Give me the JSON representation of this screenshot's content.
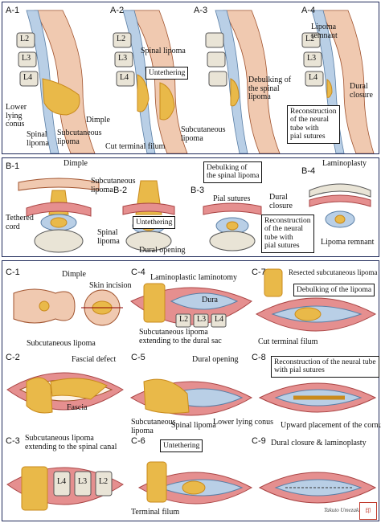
{
  "panelA": {
    "labels": [
      "A-1",
      "A-2",
      "A-3",
      "A-4"
    ],
    "vertebrae": [
      "L2",
      "L3",
      "L4"
    ],
    "a1": {
      "conus": "Lower\nlying\nconus",
      "spinal_lipoma": "Spinal\nlipoma",
      "dimple": "Dimple",
      "subcutaneous": "Subcutaneous\nlipoma"
    },
    "a2": {
      "spinal_lipoma": "Spinal lipoma",
      "untethering": "Untethering",
      "cut_filum": "Cut terminal filum",
      "subcutaneous": "Subcutaneous\nlipoma"
    },
    "a3": {
      "debulking": "Debulking of\nthe spinal\nlipoma"
    },
    "a4": {
      "remnant": "Lipoma\nremnant",
      "dural_closure": "Dural\nclosure",
      "reconstruction": "Reconstruction\nof the neural\ntube with\npial sutures"
    }
  },
  "panelB": {
    "labels": [
      "B-1",
      "B-2",
      "B-3",
      "B-4"
    ],
    "b1": {
      "dimple": "Dimple",
      "tethered": "Tethered\ncord",
      "spinal_lipoma": "Spinal\nlipoma"
    },
    "b2": {
      "subcutaneous": "Subcutaneous\nlipoma",
      "untethering": "Untethering",
      "dural_opening": "Dural opening"
    },
    "b3": {
      "debulking": "Debulking of\nthe spinal lipoma",
      "pial": "Pial sutures"
    },
    "b4": {
      "laminoplasty": "Laminoplasty",
      "dural_closure": "Dural\nclosure",
      "reconstruction": "Reconstruction\nof the neural\ntube with\npial sutures",
      "remnant": "Lipoma remnant"
    }
  },
  "panelC": {
    "labels": [
      "C-1",
      "C-2",
      "C-3",
      "C-4",
      "C-5",
      "C-6",
      "C-7",
      "C-8",
      "C-9"
    ],
    "c1": {
      "dimple": "Dimple",
      "incision": "Skin incision",
      "subcutaneous": "Subcutaneous lipoma"
    },
    "c2": {
      "fascial_defect": "Fascial defect",
      "fascia": "Fascia"
    },
    "c3": {
      "extending": "Subcutaneous lipoma\nextending to the spinal canal",
      "vertebrae": [
        "L4",
        "L3",
        "L2"
      ]
    },
    "c4": {
      "laminotomy": "Laminoplastic laminotomy",
      "dura": "Dura",
      "extending": "Subcutaneous lipoma\nextending to the dural sac",
      "vertebrae": [
        "L2",
        "L3",
        "L4"
      ]
    },
    "c5": {
      "dural_opening": "Dural opening",
      "subcutaneous": "Subcutaneous\nlipoma",
      "spinal_lipoma": "Spinal lipoma",
      "conus": "Lower lying conus"
    },
    "c6": {
      "untethering": "Untethering",
      "terminal_filum": "Terminal filum"
    },
    "c7": {
      "resected": "Resected subcutaneous lipoma",
      "debulking": "Debulking of the lipoma",
      "cut_filum": "Cut terminal filum"
    },
    "c8": {
      "reconstruction": "Reconstruction of the neural tube\nwith pial sutures",
      "upward": "Upward placement of the cornus"
    },
    "c9": {
      "closure": "Dural closure & laminoplasty"
    }
  },
  "signature": "Takuto Umezaki",
  "colors": {
    "border": "#1f2a5a",
    "fat": "#e9b949",
    "fat_dark": "#c98a1c",
    "skin": "#f0c9b0",
    "dura": "#b9cfe6",
    "muscle": "#e58f8f",
    "bone": "#e9e4d6"
  }
}
